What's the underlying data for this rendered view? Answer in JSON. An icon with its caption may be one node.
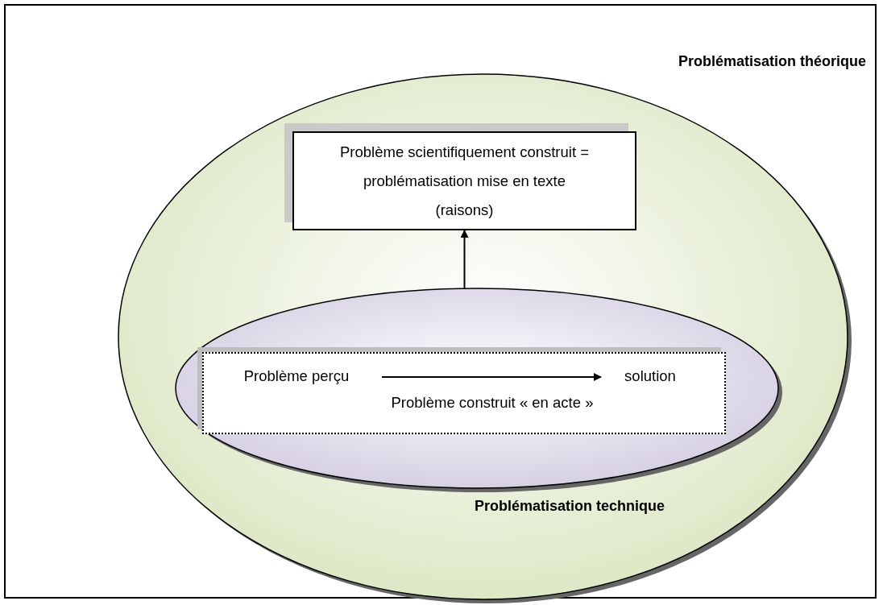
{
  "diagram": {
    "nodes": [
      {
        "text": [
          "Problématisation théorique"
        ]
      },
      {
        "text": [
          "Problème scientifiquement construit = problématisation mise en texte (raisons)"
        ],
        "in": 0
      },
      {
        "text": [
          "Problématisation technique"
        ],
        "in": 0
      },
      {
        "text": [
          "Problème construit « en acte »"
        ],
        "in": 2
      },
      {
        "text": [
          "Problème perçu"
        ],
        "in": 3
      },
      {
        "text": [
          "solution"
        ],
        "in": 3
      }
    ],
    "edges": [
      {
        "from": 2,
        "to": 1,
        "arrow": "to"
      },
      {
        "from": 4,
        "to": 5,
        "arrow": "to"
      }
    ]
  }
}
